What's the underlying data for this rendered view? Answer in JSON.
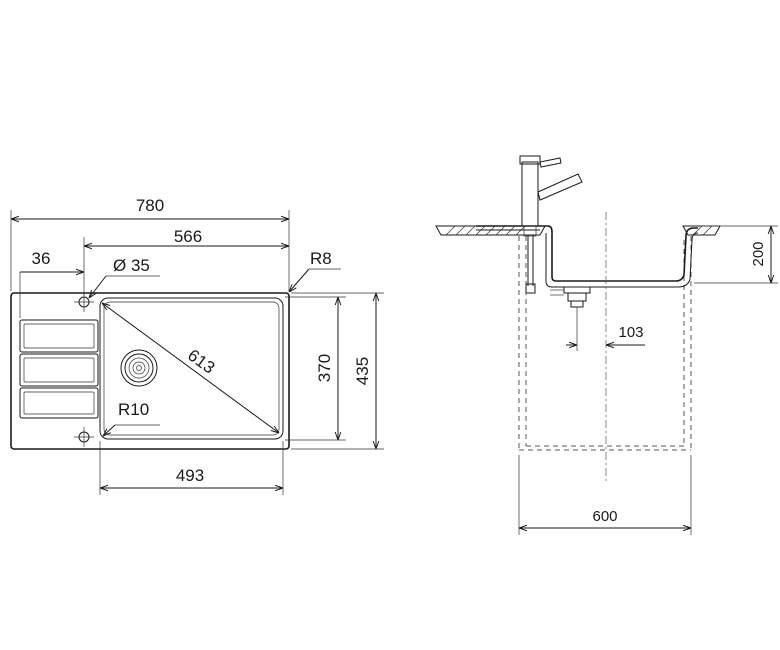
{
  "plan": {
    "overall_width": "780",
    "bowl_outer_width": "566",
    "tap_hole_offset": "36",
    "tap_hole_diameter": "Ø 35",
    "corner_radius_outer": "R8",
    "diagonal": "613",
    "bowl_depth_inner": "370",
    "overall_depth": "435",
    "corner_radius_inner": "R10",
    "bowl_inner_width": "493"
  },
  "section": {
    "height": "200",
    "drain_offset": "103",
    "cabinet_width": "600"
  }
}
